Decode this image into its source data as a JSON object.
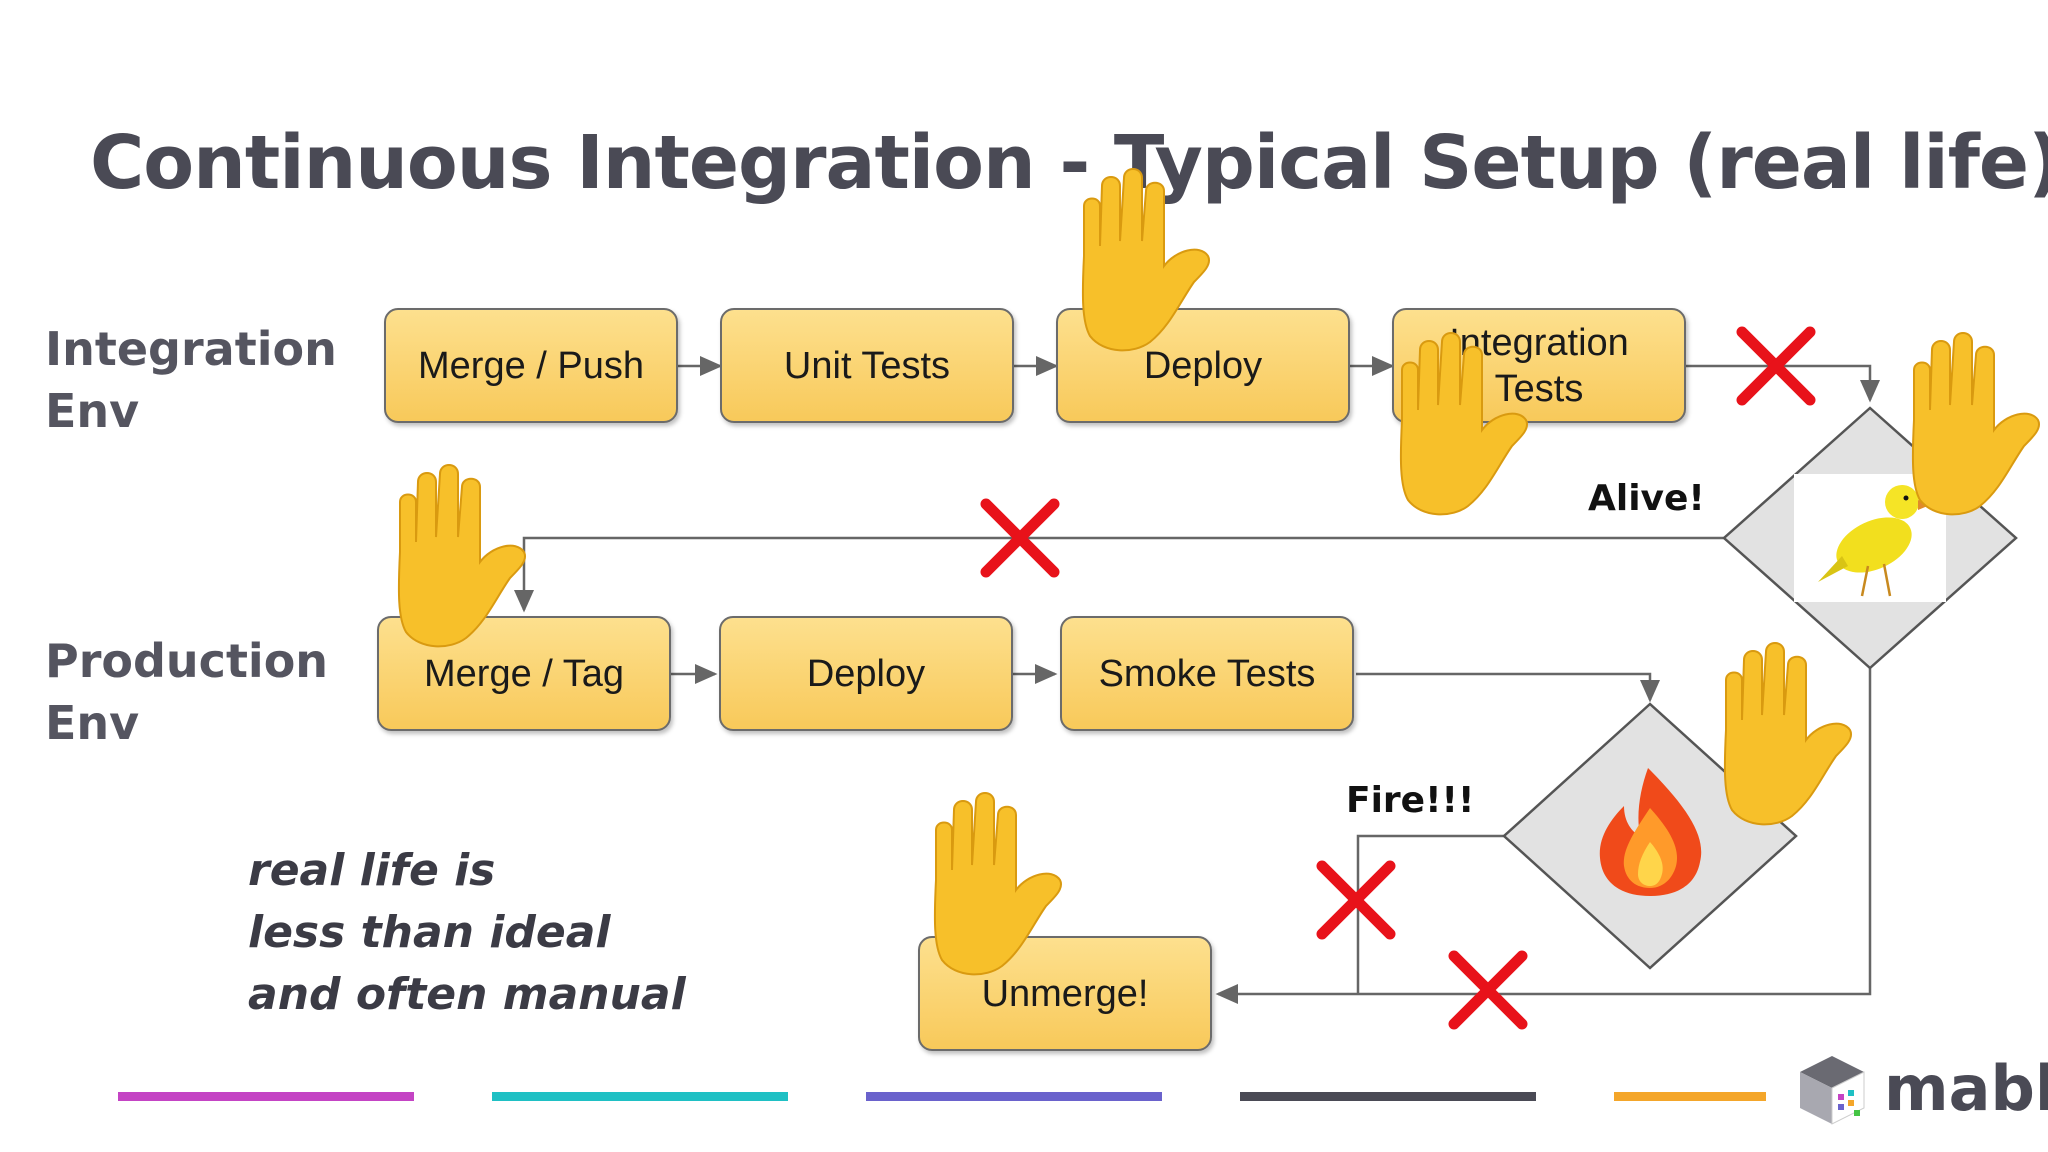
{
  "title": "Continuous Integration - Typical Setup (real life)",
  "integration_env": {
    "line1": "Integration",
    "line2": "Env"
  },
  "production_env": {
    "line1": "Production",
    "line2": "Env"
  },
  "integration_steps": [
    {
      "label": "Merge / Push"
    },
    {
      "label": "Unit Tests"
    },
    {
      "label": "Deploy"
    },
    {
      "label": "Integration Tests"
    }
  ],
  "production_steps": [
    {
      "label": "Merge / Tag"
    },
    {
      "label": "Deploy"
    },
    {
      "label": "Smoke Tests"
    }
  ],
  "unmerge": {
    "label": "Unmerge!"
  },
  "alive_label": "Alive!",
  "fire_label": "Fire!!!",
  "note": {
    "line1": "real life is",
    "line2": "less than ideal",
    "line3": "and often manual"
  },
  "logo": {
    "text": "mabl"
  },
  "colors": {
    "bar1": "#c444c4",
    "bar2": "#1fc0c4",
    "bar3": "#6a62cc",
    "bar4": "#4a4a55",
    "bar5": "#f4a62a",
    "cross": "#e8121a",
    "hand": "#f7c02a"
  },
  "icons": {
    "hand": "raised-hand-icon",
    "cross": "red-x-icon",
    "canary": "canary-bird-image",
    "fire": "fire-icon"
  }
}
